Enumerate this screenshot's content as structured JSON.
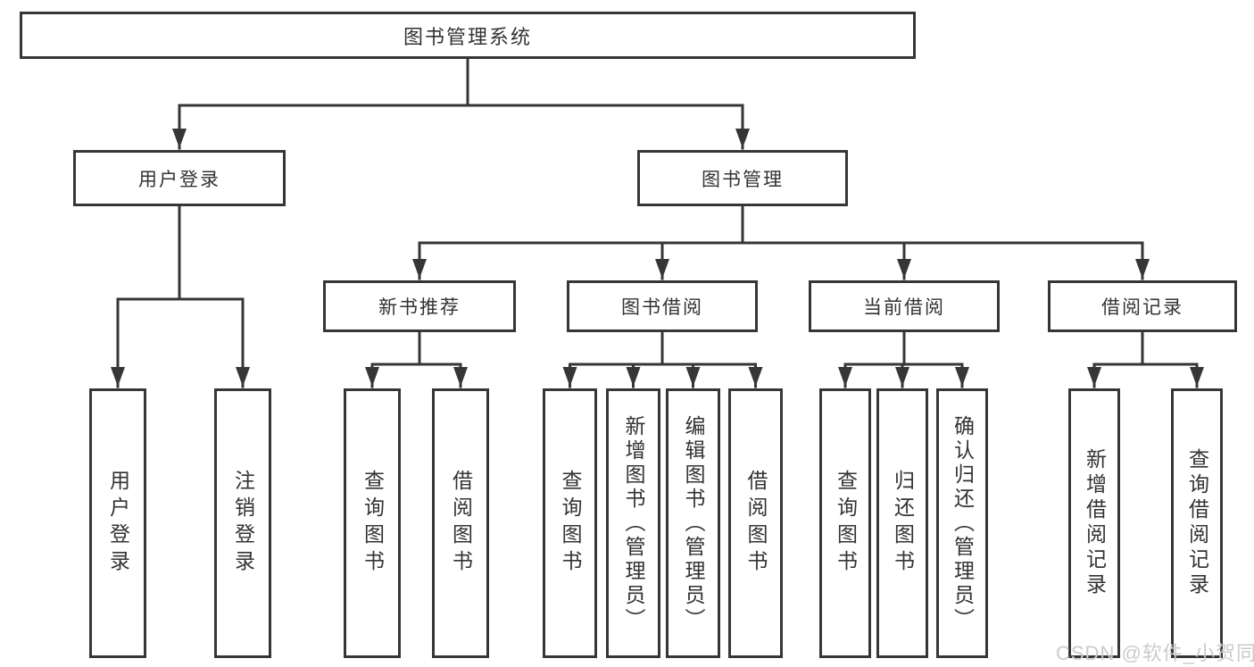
{
  "diagram": {
    "root": "图书管理系统",
    "level2": [
      {
        "label": "用户登录",
        "children": [
          "用户登录",
          "注销登录"
        ]
      },
      {
        "label": "图书管理",
        "children": [
          {
            "label": "新书推荐",
            "children": [
              "查询图书",
              "借阅图书"
            ]
          },
          {
            "label": "图书借阅",
            "children": [
              "查询图书",
              "新增图书（管理员）",
              "编辑图书（管理员）",
              "借阅图书"
            ]
          },
          {
            "label": "当前借阅",
            "children": [
              "查询图书",
              "归还图书",
              "确认归还（管理员）"
            ]
          },
          {
            "label": "借阅记录",
            "children": [
              "新增借阅记录",
              "查询借阅记录"
            ]
          }
        ]
      }
    ],
    "watermark": "CSDN @软件_小贺同学"
  }
}
